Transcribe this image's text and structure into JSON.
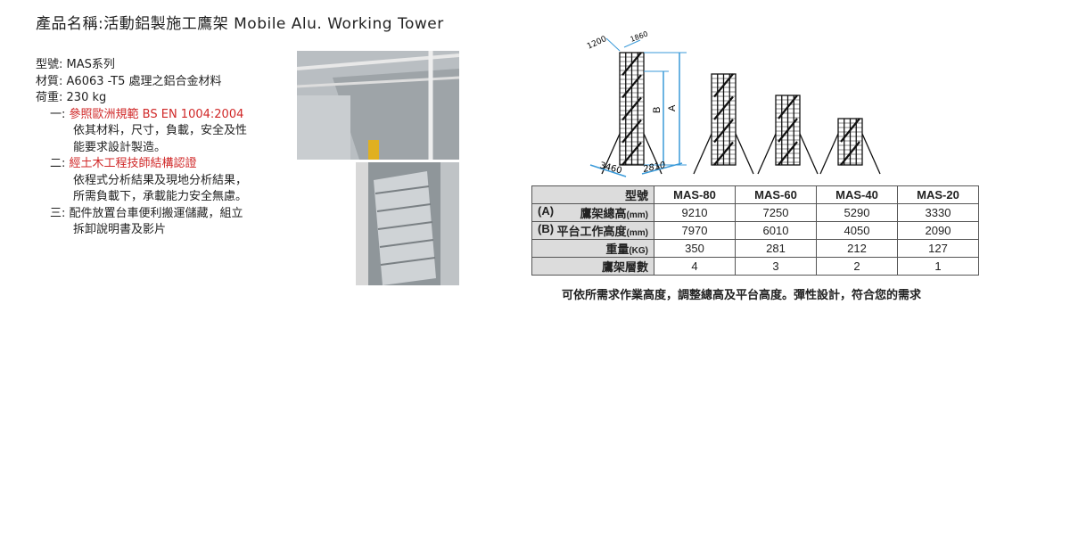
{
  "title": "產品名稱:活動鋁製施工鷹架 Mobile Alu. Working Tower",
  "specs": [
    {
      "label": "型號:",
      "value": "MAS系列"
    },
    {
      "label": "材質:",
      "value": "A6063 -T5 處理之鋁合金材料"
    },
    {
      "label": "荷重:",
      "value": "230 kg"
    }
  ],
  "points": [
    {
      "num": "一:",
      "headline": "參照歐洲規範 BS EN 1004:2004",
      "lines": [
        "依其材料，尺寸，負載，安全及性",
        "能要求設計製造。"
      ]
    },
    {
      "num": "二:",
      "headline": "經土木工程技師結構認證",
      "lines": [
        "依程式分析結果及現地分析結果，",
        "所需負載下，承載能力安全無慮。"
      ]
    },
    {
      "num": "三:",
      "headline": "配件放置台車便利搬運儲藏，組立",
      "lines": [
        "拆卸說明書及影片"
      ]
    }
  ],
  "diagram": {
    "width": "1200",
    "depth": "1860",
    "base1": "3460",
    "base2": "2810",
    "labelA": "A",
    "labelB": "B"
  },
  "table": {
    "header": {
      "label": "型號",
      "models": [
        "MAS-80",
        "MAS-60",
        "MAS-40",
        "MAS-20"
      ]
    },
    "rows": [
      {
        "prefix": "(A)",
        "label": "鷹架總高",
        "unit": "(mm)",
        "values": [
          "9210",
          "7250",
          "5290",
          "3330"
        ]
      },
      {
        "prefix": "(B)",
        "label": "平台工作高度",
        "unit": "(mm)",
        "values": [
          "7970",
          "6010",
          "4050",
          "2090"
        ]
      },
      {
        "prefix": "",
        "label": "重量",
        "unit": "(KG)",
        "values": [
          "350",
          "281",
          "212",
          "127"
        ]
      },
      {
        "prefix": "",
        "label": "鷹架層數",
        "unit": "",
        "values": [
          "4",
          "3",
          "2",
          "1"
        ]
      }
    ]
  },
  "note": "可依所需求作業高度，調整總高及平台高度。彈性設計，符合您的需求",
  "colors": {
    "red": "#d02828",
    "dim": "#3a9ad9"
  }
}
